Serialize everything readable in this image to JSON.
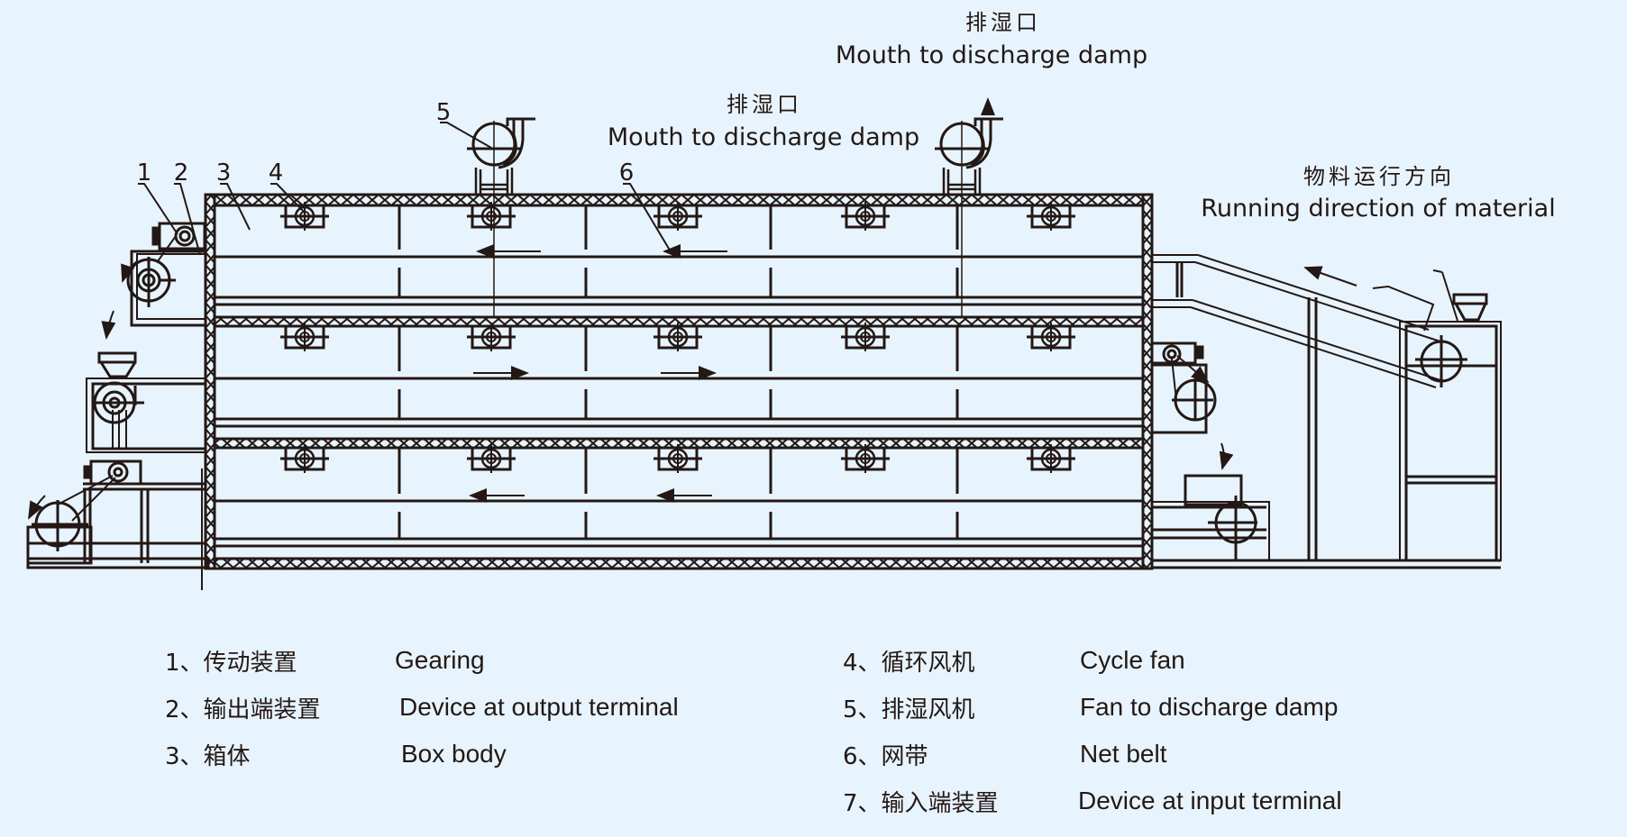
{
  "colors": {
    "background": "#e8f4fd",
    "ink": "#231815"
  },
  "callouts": {
    "damp_mouth_1": {
      "zh": "排湿口",
      "en": "Mouth to discharge damp"
    },
    "damp_mouth_2": {
      "zh": "排湿口",
      "en": "Mouth to discharge damp"
    },
    "running_direction": {
      "zh": "物料运行方向",
      "en": "Running direction of material"
    },
    "part_numbers": [
      "1",
      "2",
      "3",
      "4",
      "5",
      "6"
    ]
  },
  "legend": {
    "left": [
      {
        "num": "1、",
        "zh": "传动装置",
        "en": "Gearing"
      },
      {
        "num": "2、",
        "zh": "输出端装置",
        "en": "Device at output terminal"
      },
      {
        "num": "3、",
        "zh": "箱体",
        "en": "Box body"
      }
    ],
    "right": [
      {
        "num": "4、",
        "zh": "循环风机",
        "en": "Cycle fan"
      },
      {
        "num": "5、",
        "zh": "排湿风机",
        "en": "Fan to discharge damp"
      },
      {
        "num": "6、",
        "zh": "网带",
        "en": "Net belt"
      },
      {
        "num": "7、",
        "zh": "输入端装置",
        "en": "Device at input terminal"
      }
    ]
  }
}
